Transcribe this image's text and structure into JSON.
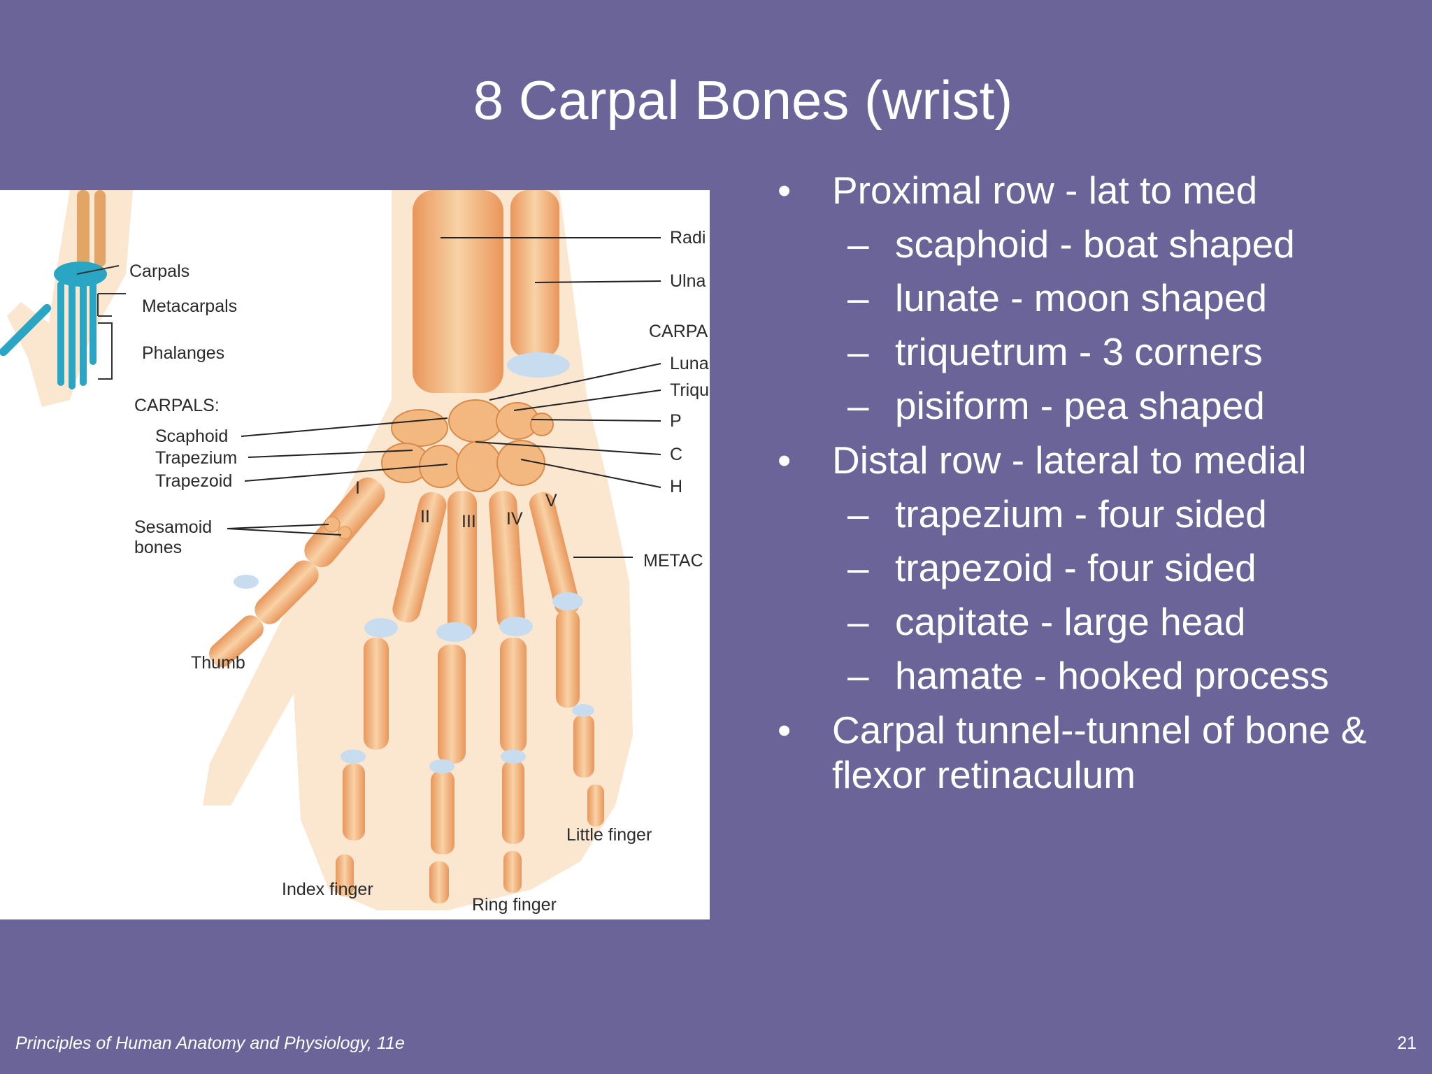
{
  "slide": {
    "title": "8 Carpal Bones (wrist)",
    "footer": "Principles of Human Anatomy and Physiology, 11e",
    "page_number": "21"
  },
  "figure": {
    "inset_labels": {
      "carpals": "Carpals",
      "metacarpals": "Metacarpals",
      "phalanges": "Phalanges"
    },
    "carpals_heading": "CARPALS:",
    "left_labels": {
      "scaphoid": "Scaphoid",
      "trapezium": "Trapezium",
      "trapezoid": "Trapezoid",
      "sesamoid_1": "Sesamoid",
      "sesamoid_2": "bones",
      "thumb": "Thumb",
      "index_finger": "Index finger",
      "ring_finger": "Ring finger",
      "little_finger": "Little finger"
    },
    "right_labels": {
      "radius": "Radi",
      "ulna": "Ulna",
      "carpals": "CARPA",
      "lunate": "Luna",
      "triquetrum": "Triqu",
      "pisiform": "P",
      "capitate": "C",
      "hamate": "H",
      "metacarpals": "METAC"
    },
    "numerals": [
      "I",
      "II",
      "III",
      "IV",
      "V"
    ]
  },
  "bullets": [
    {
      "level": 1,
      "marker": "•",
      "text": "Proximal row - lat to med"
    },
    {
      "level": 2,
      "marker": "–",
      "text": "scaphoid - boat shaped"
    },
    {
      "level": 2,
      "marker": "–",
      "text": "lunate - moon shaped"
    },
    {
      "level": 2,
      "marker": "–",
      "text": "triquetrum - 3 corners"
    },
    {
      "level": 2,
      "marker": "–",
      "text": "pisiform - pea shaped"
    },
    {
      "level": 1,
      "marker": "•",
      "text": "Distal row - lateral to medial"
    },
    {
      "level": 2,
      "marker": "–",
      "text": "trapezium - four sided"
    },
    {
      "level": 2,
      "marker": "–",
      "text": "trapezoid - four sided"
    },
    {
      "level": 2,
      "marker": "–",
      "text": "capitate - large head"
    },
    {
      "level": 2,
      "marker": "–",
      "text": "hamate - hooked process"
    },
    {
      "level": 1,
      "marker": "•",
      "text": "Carpal tunnel--tunnel of bone & flexor retinaculum"
    }
  ],
  "colors": {
    "background": "#6a6499",
    "bone": "#f0b27a",
    "cartilage": "#c8dcf0",
    "inset_hand": "#2aa6c4"
  }
}
